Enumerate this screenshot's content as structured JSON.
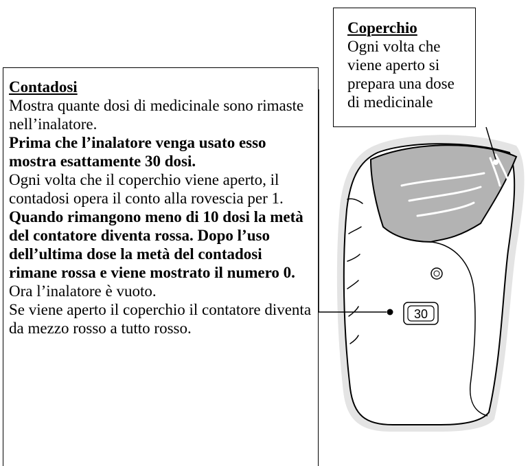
{
  "lid_callout": {
    "title": "Coperchio",
    "text": "Ogni volta che viene aperto si prepara una dose di medicinale"
  },
  "counter_callout": {
    "title": "Contadosi",
    "p1": "Mostra quante dosi di medicinale sono rimaste nell’inalatore.",
    "p2_bold": "Prima che l’inalatore venga usato esso mostra esattamente 30 dosi.",
    "p3": "Ogni volta che il coperchio viene aperto, il contadosi opera il conto alla rovescia per 1.",
    "p4_bold": "Quando rimangono meno di 10 dosi la metà del contatore diventa rossa. Dopo l’uso dell’ultima dose la metà del contadosi rimane rossa e viene mostrato il numero 0.",
    "p4_rest": " Ora l’inalatore è vuoto.",
    "p5": "Se viene aperto il coperchio il contatore diventa da mezzo rosso a tutto rosso."
  },
  "device": {
    "counter_display": "30",
    "lid_color": "#b3b3b3",
    "outline_color": "#000000",
    "shadow_color": "#d9d9d9"
  }
}
